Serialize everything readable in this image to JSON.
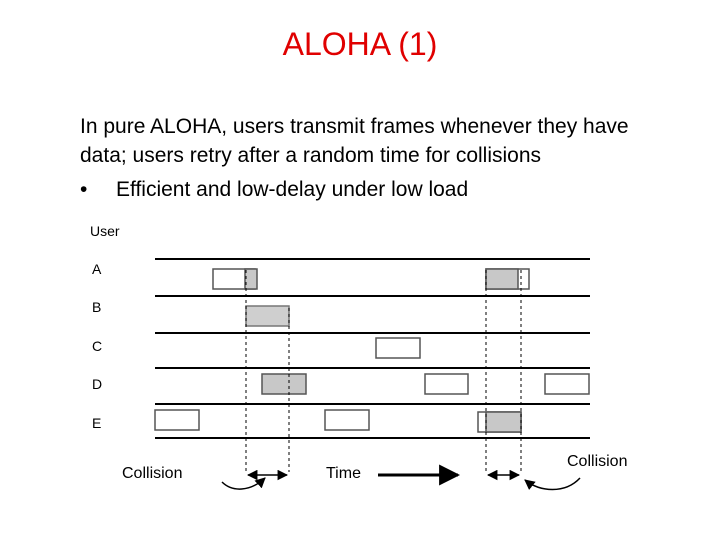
{
  "slide": {
    "title": "ALOHA (1)",
    "paragraph": "In pure ALOHA, users transmit frames whenever they have data; users retry after a random time for collisions",
    "bullet": "Efficient and low-delay under low load"
  },
  "diagram": {
    "axis_label": "User",
    "users": [
      "A",
      "B",
      "C",
      "D",
      "E"
    ],
    "annotations": {
      "collision_left": "Collision",
      "time": "Time",
      "collision_right": "Collision"
    }
  }
}
